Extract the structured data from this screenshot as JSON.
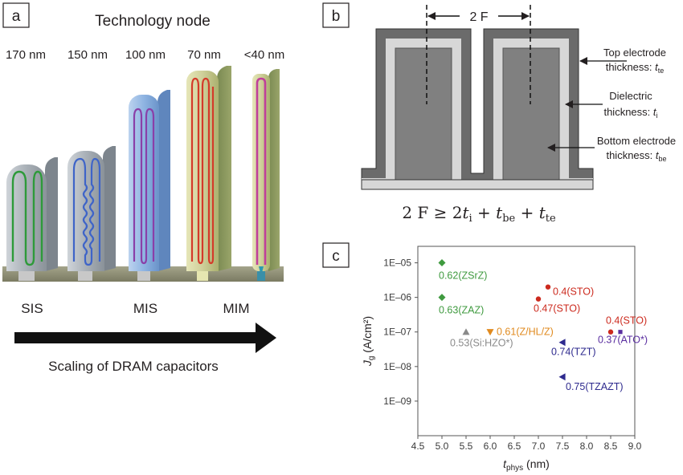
{
  "panel_a": {
    "label": "a",
    "title": "Technology node",
    "nodes": [
      "170 nm",
      "150 nm",
      "100 nm",
      "70 nm",
      "<40 nm"
    ],
    "types": [
      "SIS",
      "MIS",
      "MIM"
    ],
    "arrow_caption": "Scaling of DRAM capacitors",
    "colors": {
      "SIS": "#9aa3ad",
      "MIS": "#7ea6d8",
      "MIM": "#c9c98a",
      "substrate": "#8f8f73"
    }
  },
  "panel_b": {
    "label": "b",
    "width_label": "2 F",
    "annotations": [
      {
        "main": "Top electrode",
        "prefix": "thickness: ",
        "var": "t",
        "sub": "te"
      },
      {
        "main": "Dielectric",
        "prefix": "thickness: ",
        "var": "t",
        "sub": "i"
      },
      {
        "main": "Bottom electrode",
        "prefix": "thickness: ",
        "var": "t",
        "sub": "be"
      }
    ],
    "equation": {
      "lhs": "2 F ≥ 2",
      "terms": [
        {
          "var": "t",
          "sub": "i",
          "after": " + "
        },
        {
          "var": "t",
          "sub": "be",
          "after": " + "
        },
        {
          "var": "t",
          "sub": "te",
          "after": ""
        }
      ]
    }
  },
  "chart_data": {
    "label": "c",
    "type": "scatter",
    "xlabel": {
      "var": "t",
      "sub": "phys",
      "unit": " (nm)"
    },
    "ylabel": {
      "var": "J",
      "sub": "g",
      "unit": " (A/cm²)"
    },
    "xlim": [
      4.5,
      9.0
    ],
    "xticks": [
      "4.5",
      "5.0",
      "5.5",
      "6.0",
      "6.5",
      "7.0",
      "7.5",
      "8.0",
      "8.5",
      "9.0"
    ],
    "ylog": true,
    "ylim": [
      1e-10,
      3e-05
    ],
    "yticks": [
      {
        "v": 1e-05,
        "t": "1E–05"
      },
      {
        "v": 1e-06,
        "t": "1E–06"
      },
      {
        "v": 1e-07,
        "t": "1E–07"
      },
      {
        "v": 1e-08,
        "t": "1E–08"
      },
      {
        "v": 1e-09,
        "t": "1E–09"
      }
    ],
    "points": [
      {
        "x": 5.0,
        "y": 1e-05,
        "marker": "diamond",
        "color": "#3f9a3f",
        "label": "0.62(ZSrZ)",
        "ldx": -4,
        "ldy": 20,
        "anchor": "start"
      },
      {
        "x": 5.0,
        "y": 1e-06,
        "marker": "diamond",
        "color": "#3f9a3f",
        "label": "0.63(ZAZ)",
        "ldx": -4,
        "ldy": 20,
        "anchor": "start"
      },
      {
        "x": 7.2,
        "y": 2e-06,
        "marker": "circle",
        "color": "#cc2a1e",
        "label": "0.4(STO)",
        "ldx": 6,
        "ldy": 10,
        "anchor": "start"
      },
      {
        "x": 7.0,
        "y": 9e-07,
        "marker": "circle",
        "color": "#cc2a1e",
        "label": "0.47(STO)",
        "ldx": -6,
        "ldy": 16,
        "anchor": "start"
      },
      {
        "x": 8.5,
        "y": 1e-07,
        "marker": "circle",
        "color": "#cc2a1e",
        "label": "0.4(STO)",
        "ldx": -6,
        "ldy": -10,
        "anchor": "start"
      },
      {
        "x": 8.7,
        "y": 1e-07,
        "marker": "square",
        "color": "#5a2ea0",
        "label": "0.37(ATO*)",
        "ldx": -28,
        "ldy": 14,
        "anchor": "start"
      },
      {
        "x": 5.5,
        "y": 1e-07,
        "marker": "triangle-up",
        "color": "#8a8a8a",
        "label": "0.53(Si:HZO*)",
        "ldx": -20,
        "ldy": 18,
        "anchor": "start"
      },
      {
        "x": 6.0,
        "y": 1e-07,
        "marker": "triangle-down",
        "color": "#e08a1e",
        "label": "0.61(Z/HL/Z)",
        "ldx": 8,
        "ldy": 4,
        "anchor": "start"
      },
      {
        "x": 7.5,
        "y": 5e-08,
        "marker": "triangle-left",
        "color": "#2e2a8e",
        "label": "0.74(TZT)",
        "ldx": -14,
        "ldy": 16,
        "anchor": "start"
      },
      {
        "x": 7.5,
        "y": 5e-09,
        "marker": "triangle-left",
        "color": "#2e2a8e",
        "label": "0.75(TZAZT)",
        "ldx": 4,
        "ldy": 16,
        "anchor": "start"
      }
    ]
  }
}
